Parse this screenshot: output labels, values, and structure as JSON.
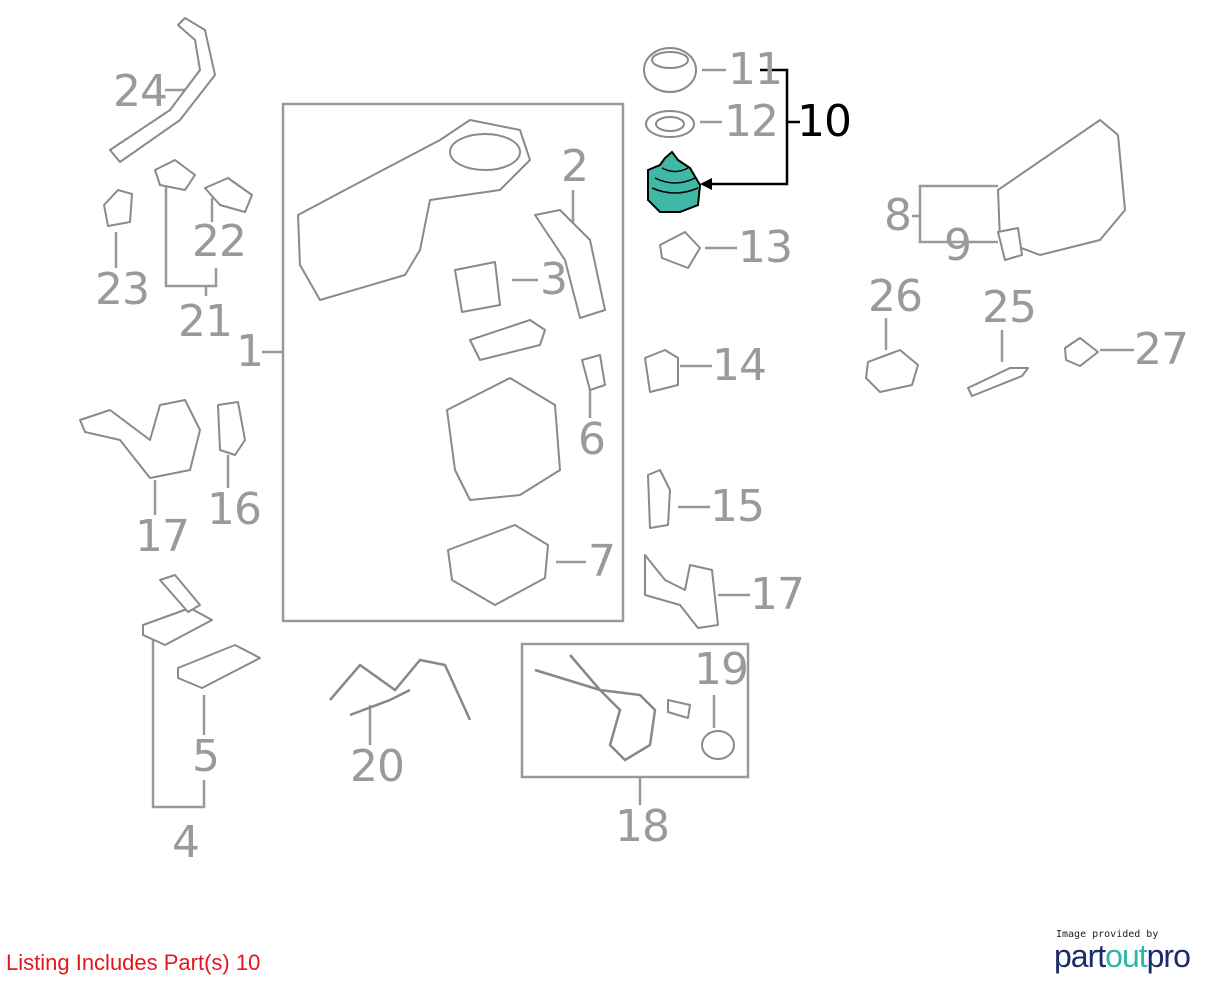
{
  "diagram": {
    "callouts": {
      "c1": "1",
      "c2": "2",
      "c3": "3",
      "c4": "4",
      "c5": "5",
      "c6": "6",
      "c7": "7",
      "c8": "8",
      "c9": "9",
      "c10": "10",
      "c11": "11",
      "c12": "12",
      "c13": "13",
      "c14": "14",
      "c15": "15",
      "c16": "16",
      "c17a": "17",
      "c17b": "17",
      "c18": "18",
      "c19": "19",
      "c20": "20",
      "c21": "21",
      "c22": "22",
      "c23": "23",
      "c24": "24",
      "c25": "25",
      "c26": "26",
      "c27": "27"
    },
    "selected_part": "10",
    "highlight_color": "#3fb9a6"
  },
  "footer": {
    "listing_text": "Listing Includes Part(s) 10",
    "credit_text": "Image provided by",
    "logo_part1": "part",
    "logo_part2": "out",
    "logo_part3": "pro"
  }
}
